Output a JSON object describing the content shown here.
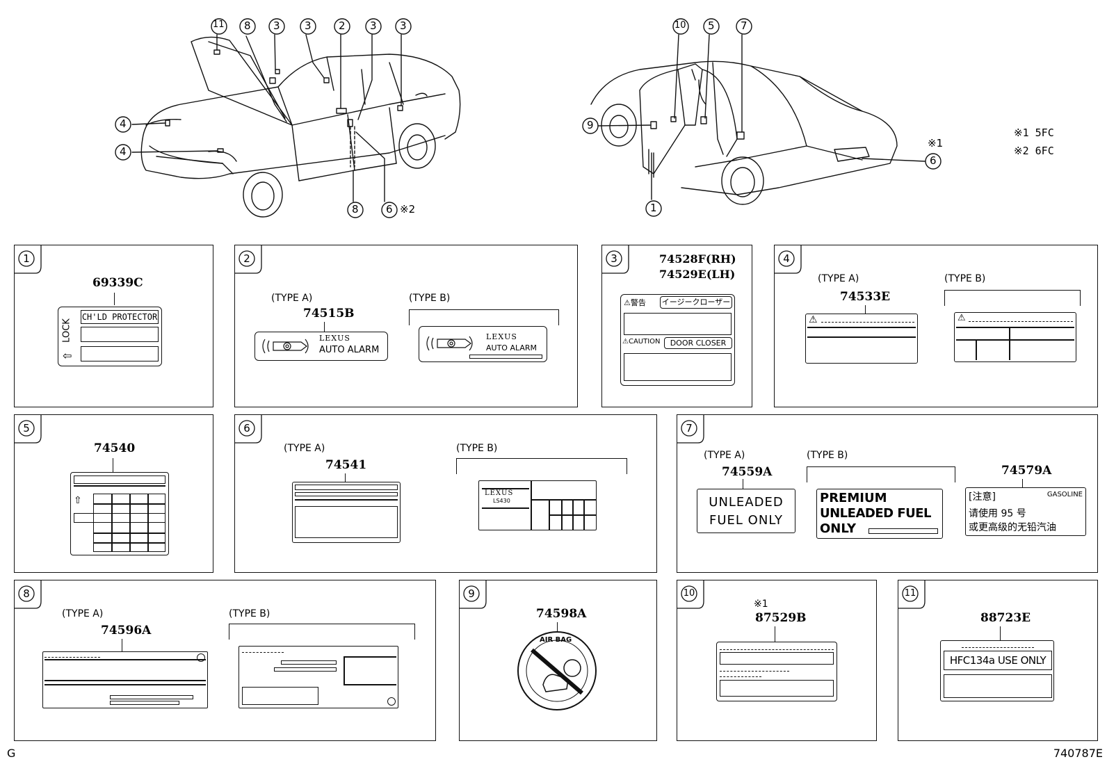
{
  "top": {
    "left_callouts": [
      "11",
      "8",
      "3",
      "3",
      "2",
      "3",
      "3",
      "4",
      "4",
      "8",
      "6"
    ],
    "left_note": "※2",
    "right_callouts": [
      "10",
      "5",
      "7",
      "9",
      "1",
      "6"
    ],
    "right_note": "※1",
    "notes": [
      "※1 5FC",
      "※2 6FC"
    ]
  },
  "panels": {
    "p1": {
      "num": "1",
      "partno": "69339C",
      "label_title": "CH'LD PROTECTOR",
      "side_text": "LOCK"
    },
    "p2": {
      "num": "2",
      "type_a": "(TYPE A)",
      "partno": "74515B",
      "type_b": "(TYPE B)",
      "brand": "LEXUS",
      "alarm_text": "AUTO ALARM"
    },
    "p3": {
      "num": "3",
      "partno_rh": "74528F(RH)",
      "partno_lh": "74529E(LH)",
      "warn_jp": "⚠警告",
      "easy_closer": "イージークローザー",
      "caution": "⚠CAUTION",
      "door_closer": "DOOR CLOSER"
    },
    "p4": {
      "num": "4",
      "type_a": "(TYPE A)",
      "partno": "74533E",
      "type_b": "(TYPE B)"
    },
    "p5": {
      "num": "5",
      "partno": "74540"
    },
    "p6": {
      "num": "6",
      "type_a": "(TYPE A)",
      "partno": "74541",
      "type_b": "(TYPE B)",
      "brand": "LEXUS",
      "model": "LS430"
    },
    "p7": {
      "num": "7",
      "type_a": "(TYPE A)",
      "partno_a": "74559A",
      "type_b": "(TYPE B)",
      "partno_c": "74579A",
      "unleaded_1": "UNLEADED",
      "unleaded_2": "FUEL ONLY",
      "premium_1": "PREMIUM",
      "premium_2": "UNLEADED FUEL",
      "premium_3": "ONLY",
      "cn_head": "[注意]",
      "cn_gas": "GASOLINE",
      "cn_line1": "请使用 95 号",
      "cn_line2": "或更高级的无铅汽油"
    },
    "p8": {
      "num": "8",
      "type_a": "(TYPE A)",
      "partno": "74596A",
      "type_b": "(TYPE B)"
    },
    "p9": {
      "num": "9",
      "partno": "74598A",
      "airbag": "AIR BAG"
    },
    "p10": {
      "num": "10",
      "note": "※1",
      "partno": "87529B"
    },
    "p11": {
      "num": "11",
      "partno": "88723E",
      "hfc": "HFC134a USE ONLY"
    }
  },
  "footer": {
    "left": "G",
    "right": "740787E"
  }
}
